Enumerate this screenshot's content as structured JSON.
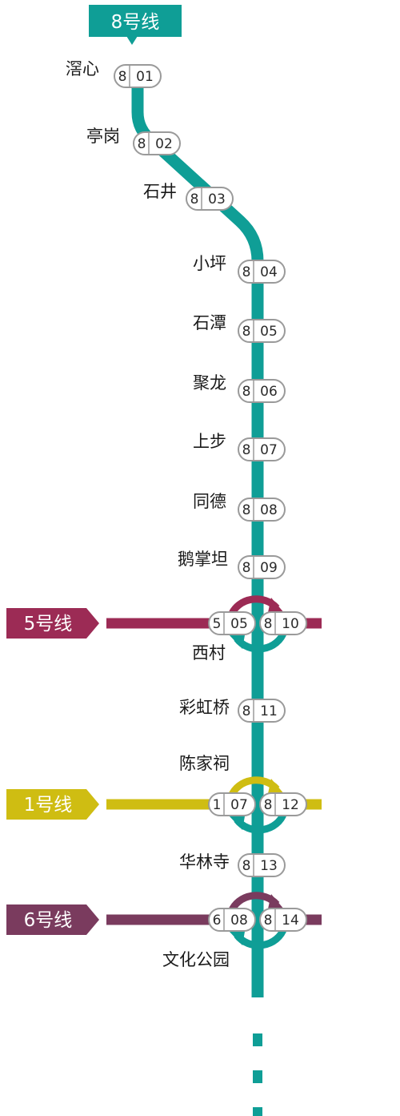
{
  "header": {
    "line_label": "8号线"
  },
  "colors": {
    "line8": "#0f9e96",
    "line5": "#9c2b55",
    "line1": "#cfbd12",
    "line6": "#7a3b5e"
  },
  "stations": [
    {
      "name": "滘心",
      "line": "8",
      "num": "01"
    },
    {
      "name": "亭岗",
      "line": "8",
      "num": "02"
    },
    {
      "name": "石井",
      "line": "8",
      "num": "03"
    },
    {
      "name": "小坪",
      "line": "8",
      "num": "04"
    },
    {
      "name": "石潭",
      "line": "8",
      "num": "05"
    },
    {
      "name": "聚龙",
      "line": "8",
      "num": "06"
    },
    {
      "name": "上步",
      "line": "8",
      "num": "07"
    },
    {
      "name": "同德",
      "line": "8",
      "num": "08"
    },
    {
      "name": "鹅掌坦",
      "line": "8",
      "num": "09"
    },
    {
      "name": "西村",
      "line": "8",
      "num": "10",
      "transfer": {
        "line": "5",
        "num": "05",
        "tag": "5号线"
      }
    },
    {
      "name": "彩虹桥",
      "line": "8",
      "num": "11"
    },
    {
      "name": "陈家祠",
      "line": "8",
      "num": "12",
      "transfer": {
        "line": "1",
        "num": "07",
        "tag": "1号线"
      }
    },
    {
      "name": "华林寺",
      "line": "8",
      "num": "13"
    },
    {
      "name": "文化公园",
      "line": "8",
      "num": "14",
      "transfer": {
        "line": "6",
        "num": "08",
        "tag": "6号线"
      }
    }
  ]
}
